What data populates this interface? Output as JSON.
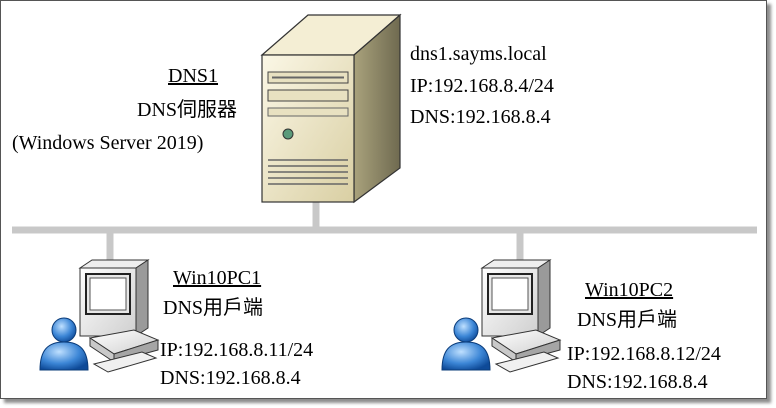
{
  "server": {
    "name": "DNS1",
    "role": "DNS伺服器",
    "os": "(Windows Server 2019)",
    "hostname": "dns1.sayms.local",
    "ip": "IP:192.168.8.4/24",
    "dns": "DNS:192.168.8.4",
    "icon": "tower-server-icon"
  },
  "clients": [
    {
      "name": "Win10PC1",
      "role": "DNS用戶端",
      "ip": "IP:192.168.8.11/24",
      "dns": "DNS:192.168.8.4",
      "icon": "desktop-pc-user-icon"
    },
    {
      "name": "Win10PC2",
      "role": "DNS用戶端",
      "ip": "IP:192.168.8.12/24",
      "dns": "DNS:192.168.8.4",
      "icon": "desktop-pc-user-icon"
    }
  ]
}
